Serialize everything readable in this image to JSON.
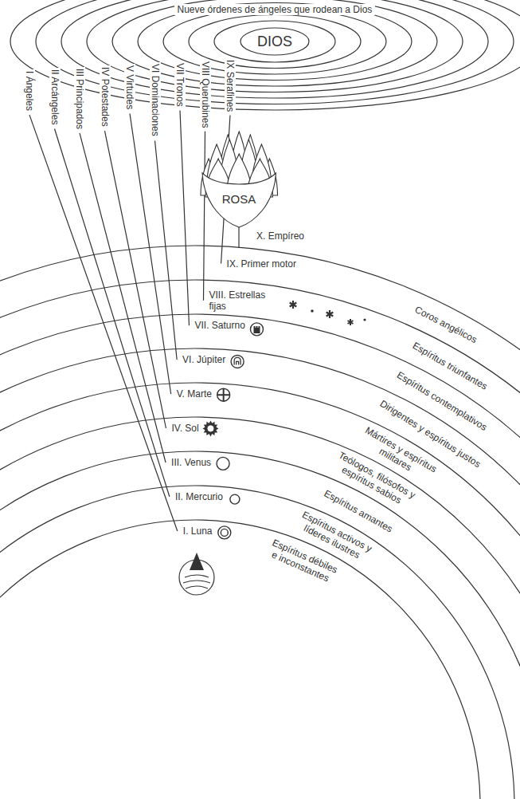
{
  "diagram": {
    "title": "Nueve órdenes de ángeles que rodean a Dios",
    "nodes": [
      {
        "text": [
          "DIOS"
        ]
      },
      {
        "text": [
          "ROSA"
        ]
      }
    ],
    "labels": [
      "I Ángeles",
      "II Arcángeles",
      "III Principados",
      "IV Potestades",
      "V Virtudes",
      "VI Dominaciones",
      "VII Tronos",
      "VIII Querubines",
      "IX Serafines",
      "X. Empíreo",
      "IX. Primer motor",
      "VIII. Estrellas fijas",
      "VII. Saturno",
      "VI. Júpiter",
      "V. Marte",
      "IV. Sol",
      "III. Venus",
      "II. Mercurio",
      "I. Luna",
      "Coros angélicos",
      "Espíritus triunfantes",
      "Espíritus contemplativos",
      "Dirigentes y espíritus justos",
      "Mártires y espíritus militares",
      "Teólogos, filósofos y espíritus sabios",
      "Espíritus amantes",
      "Espíritus activos y líderes ilustres",
      "Espíritus débiles e inconstantes"
    ]
  }
}
